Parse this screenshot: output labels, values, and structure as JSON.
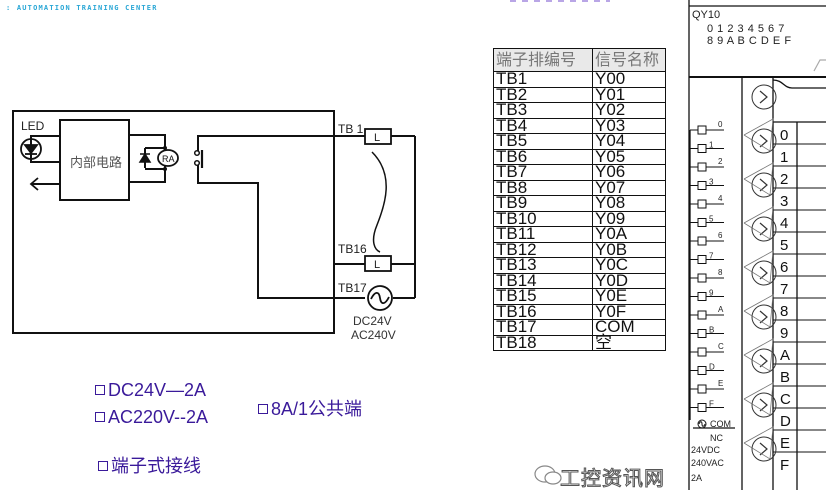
{
  "header": {
    "subtitle": ": AUTOMATION TRAINING CENTER"
  },
  "circuit": {
    "led_label": "LED",
    "internal_circuit_label": "内部电路",
    "relay_label": "RA",
    "tb_first": "TB 1",
    "tb_last_output": "TB16",
    "tb_common": "TB17",
    "load_label": "L",
    "supply_line1": "DC24V",
    "supply_line2": "AC240V"
  },
  "notes": {
    "dc_rating": "DC24V—2A",
    "ac_rating": "AC220V--2A",
    "common_rating": "8A/1公共端",
    "terminal_type": "端子式接线"
  },
  "table": {
    "headers": [
      "端子排编号",
      "信号名称"
    ],
    "rows": [
      [
        "TB1",
        "Y00"
      ],
      [
        "TB2",
        "Y01"
      ],
      [
        "TB3",
        "Y02"
      ],
      [
        "TB4",
        "Y03"
      ],
      [
        "TB5",
        "Y04"
      ],
      [
        "TB6",
        "Y05"
      ],
      [
        "TB7",
        "Y06"
      ],
      [
        "TB8",
        "Y07"
      ],
      [
        "TB9",
        "Y08"
      ],
      [
        "TB10",
        "Y09"
      ],
      [
        "TB11",
        "Y0A"
      ],
      [
        "TB12",
        "Y0B"
      ],
      [
        "TB13",
        "Y0C"
      ],
      [
        "TB14",
        "Y0D"
      ],
      [
        "TB15",
        "Y0E"
      ],
      [
        "TB16",
        "Y0F"
      ],
      [
        "TB17",
        "COM"
      ],
      [
        "TB18",
        "空"
      ]
    ]
  },
  "module": {
    "model": "QY10",
    "led_row1": "0 1 2 3 4 5 6 7",
    "led_row2": "8 9 A B C D E F",
    "outputs": [
      "0",
      "1",
      "2",
      "3",
      "4",
      "5",
      "6",
      "7",
      "8",
      "9",
      "A",
      "B",
      "C",
      "D",
      "E",
      "F"
    ],
    "terminal_numbers": [
      "0",
      "1",
      "2",
      "3",
      "4",
      "5",
      "6",
      "7",
      "8",
      "9",
      "A",
      "B",
      "C",
      "D",
      "E",
      "F"
    ],
    "com_label": "COM",
    "nc_label": "NC",
    "rating1": "24VDC",
    "rating2": "240VAC",
    "rating3": "2A"
  },
  "watermark": {
    "text": "工控资讯网"
  },
  "colors": {
    "note_text": "#3a1a9a",
    "header_accent": "#2aa7d6",
    "line": "#111111"
  }
}
